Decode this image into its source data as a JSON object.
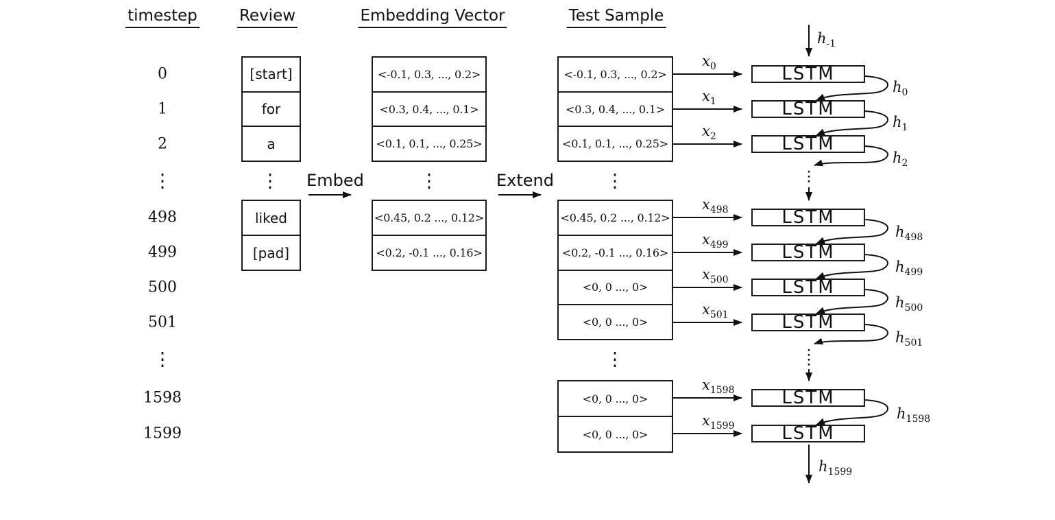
{
  "colors": {
    "ink": "#111111",
    "background": "#ffffff"
  },
  "dots_glyph": "⋮",
  "headers": {
    "timestep": "timestep",
    "review": "Review",
    "embedding": "Embedding Vector",
    "test_sample": "Test Sample"
  },
  "ops": {
    "embed": "Embed",
    "extend": "Extend"
  },
  "timesteps": [
    "0",
    "1",
    "2",
    "498",
    "499",
    "500",
    "501",
    "1598",
    "1599"
  ],
  "review_words": [
    "[start]",
    "for",
    "a",
    "liked",
    "[pad]"
  ],
  "embedding_vectors": [
    "<-0.1, 0.3, ..., 0.2>",
    "<0.3, 0.4, ..., 0.1>",
    "<0.1, 0.1, ..., 0.25>",
    "<0.45, 0.2 ..., 0.12>",
    "<0.2, -0.1 ..., 0.16>"
  ],
  "test_vectors": [
    "<-0.1, 0.3, ..., 0.2>",
    "<0.3, 0.4, ..., 0.1>",
    "<0.1, 0.1, ..., 0.25>",
    "<0.45, 0.2 ..., 0.12>",
    "<0.2, -0.1 ..., 0.16>",
    "<0, 0 ..., 0>",
    "<0, 0 ..., 0>",
    "<0, 0 ..., 0>",
    "<0, 0 ..., 0>"
  ],
  "lstm": {
    "label": "LSTM"
  },
  "x_inputs": {
    "base": "x",
    "subs": [
      "0",
      "1",
      "2",
      "498",
      "499",
      "500",
      "501",
      "1598",
      "1599"
    ]
  },
  "h_states": {
    "base": "h",
    "subs": [
      "-1",
      "0",
      "1",
      "2",
      "498",
      "499",
      "500",
      "501",
      "1598",
      "1599"
    ]
  }
}
